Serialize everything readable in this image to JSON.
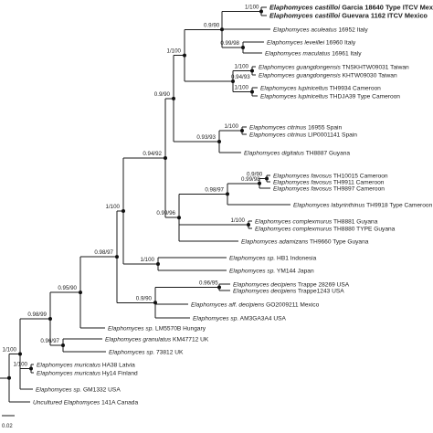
{
  "tips": [
    {
      "id": "t1",
      "genus": "Elaphomyces",
      "epithet": "castilloi",
      "label": "Garcia 18640 Type ITCV Mexico",
      "bold": true
    },
    {
      "id": "t2",
      "genus": "Elaphomyces",
      "epithet": "castilloi",
      "label": "Guevara 1162 ITCV Mexico",
      "bold": true
    },
    {
      "id": "t3",
      "genus": "Elaphomyces",
      "epithet": "aculeatus",
      "label": "16952 Italy"
    },
    {
      "id": "t4",
      "genus": "Elaphomyces",
      "epithet": "leveillei",
      "label": "16960 Italy"
    },
    {
      "id": "t5",
      "genus": "Elaphomyces",
      "epithet": "maculatus",
      "label": "16961 Italy"
    },
    {
      "id": "t6",
      "genus": "Elaphomyces",
      "epithet": "guangdongensis",
      "label": "TNSKHTW09031 Taiwan"
    },
    {
      "id": "t7",
      "genus": "Elaphomyces",
      "epithet": "guangdongensis",
      "label": "KHTW09030 Taiwan"
    },
    {
      "id": "t8",
      "genus": "Elaphomyces",
      "epithet": "lupiniceltus",
      "label": "TH9934 Cameroon"
    },
    {
      "id": "t9",
      "genus": "Elaphomyces",
      "epithet": "lupiniceltus",
      "label": "THDJA39 Type Cameroon"
    },
    {
      "id": "t10",
      "genus": "Elaphomyces",
      "epithet": "citrinus",
      "label": "16955 Spain"
    },
    {
      "id": "t11",
      "genus": "Elaphomyces",
      "epithet": "citrinus",
      "label": "LIP0001141 Spain"
    },
    {
      "id": "t12",
      "genus": "Elaphomyces",
      "epithet": "digitatus",
      "label": "TH8887 Guyana"
    },
    {
      "id": "t13",
      "genus": "Elaphomyces",
      "epithet": "favosus",
      "label": "TH10015 Cameroon"
    },
    {
      "id": "t14",
      "genus": "Elaphomyces",
      "epithet": "favosus",
      "label": "TH9911 Cameroon"
    },
    {
      "id": "t15",
      "genus": "Elaphomyces",
      "epithet": "favosus",
      "label": "TH9897 Cameroon"
    },
    {
      "id": "t16",
      "genus": "Elaphomyces",
      "epithet": "labyrinthinus",
      "label": "TH9918 Type Cameroon"
    },
    {
      "id": "t17",
      "genus": "Elaphomyces",
      "epithet": "complexmurus",
      "label": "TH8881 Guyana"
    },
    {
      "id": "t18",
      "genus": "Elaphomyces",
      "epithet": "complexmurus",
      "label": "TH8880 TYPE Guyana"
    },
    {
      "id": "t19",
      "genus": "Elaphomyces",
      "epithet": "adamizans",
      "label": "TH9660 Type Guyana"
    },
    {
      "id": "t20",
      "genus": "Elaphomyces",
      "epithet": "sp.",
      "label": "HB1 Indonesia"
    },
    {
      "id": "t21",
      "genus": "Elaphomyces",
      "epithet": "sp.",
      "label": "YM144 Japan"
    },
    {
      "id": "t22",
      "genus": "Elaphomyces",
      "epithet": "decipiens",
      "label": "Trappe 28269 USA"
    },
    {
      "id": "t23",
      "genus": "Elaphomyces",
      "epithet": "decipiens",
      "label": "Trappe1243 USA"
    },
    {
      "id": "t24",
      "genus": "Elaphomyces",
      "epithet": "aff. decipiens",
      "label": "GO2009211 Mexico"
    },
    {
      "id": "t25",
      "genus": "Elaphomyces",
      "epithet": "sp.",
      "label": "AM3GA3A4 USA"
    },
    {
      "id": "t26",
      "genus": "Elaphomyces",
      "epithet": "sp.",
      "label": "LM5570B Hungary"
    },
    {
      "id": "t27",
      "genus": "Elaphomyces",
      "epithet": "granulatus",
      "label": "KM47712 UK"
    },
    {
      "id": "t28",
      "genus": "Elaphomyces",
      "epithet": "sp.",
      "label": "73812 UK"
    },
    {
      "id": "t29",
      "genus": "Elaphomyces",
      "epithet": "muricatus",
      "label": "HA38 Latvia"
    },
    {
      "id": "t30",
      "genus": "Elaphomyces",
      "epithet": "muricatus",
      "label": "Hy14 Finland"
    },
    {
      "id": "t31",
      "genus": "Elaphomyces",
      "epithet": "sp.",
      "label": "GM1332 USA"
    },
    {
      "id": "t32",
      "genus": "Uncultured",
      "epithet": "Elaphomyces",
      "label": "141A Canada"
    }
  ],
  "clades": [
    {
      "id": "c_castilloi",
      "support": "1/100",
      "members": [
        "t1",
        "t2"
      ]
    },
    {
      "id": "c_lev_mac",
      "support": "0.99/98",
      "members": [
        "t4",
        "t5"
      ]
    },
    {
      "id": "c_acu",
      "support": "0.9/90",
      "members": [
        "c_castilloi",
        "t3",
        "c_lev_mac"
      ]
    },
    {
      "id": "c_guang",
      "support": "1/100",
      "members": [
        "t6",
        "t7"
      ]
    },
    {
      "id": "c_lupin",
      "support": "1/100",
      "members": [
        "t8",
        "t9"
      ]
    },
    {
      "id": "c_guang_lupin",
      "support": "0.94/93",
      "members": [
        "c_guang",
        "c_lupin"
      ]
    },
    {
      "id": "c_upper",
      "support": "1/100",
      "members": [
        "c_acu",
        "c_guang_lupin"
      ]
    },
    {
      "id": "c_citrinus",
      "support": "1/100",
      "members": [
        "t10",
        "t11"
      ]
    },
    {
      "id": "c_cit_dig",
      "support": "0.93/93",
      "members": [
        "c_citrinus",
        "t12"
      ]
    },
    {
      "id": "c_n1",
      "support": "0.9/90",
      "members": [
        "c_upper",
        "c_cit_dig"
      ]
    },
    {
      "id": "c_fav_inner",
      "support": "0.9/90",
      "members": [
        "t13",
        "t14"
      ]
    },
    {
      "id": "c_favosus",
      "support": "0.99/98",
      "members": [
        "c_fav_inner",
        "t15"
      ]
    },
    {
      "id": "c_fav_lab",
      "support": "0.98/97",
      "members": [
        "c_favosus",
        "t16"
      ]
    },
    {
      "id": "c_complex",
      "support": "1/100",
      "members": [
        "t17",
        "t18"
      ]
    },
    {
      "id": "c_fav_comp",
      "support": "0.99/96",
      "members": [
        "c_fav_lab",
        "c_complex",
        "t19"
      ]
    },
    {
      "id": "c_n2",
      "support": "0.94/92",
      "members": [
        "c_n1",
        "c_fav_comp"
      ]
    },
    {
      "id": "c_hb_ym",
      "support": "1/100",
      "members": [
        "t20",
        "t21"
      ]
    },
    {
      "id": "c_n3",
      "support": "1/100",
      "members": [
        "c_n2",
        "c_hb_ym"
      ]
    },
    {
      "id": "c_decip",
      "support": "0.96/95",
      "members": [
        "t22",
        "t23"
      ]
    },
    {
      "id": "c_decip2",
      "support": "0.9/90",
      "members": [
        "c_decip",
        "t24",
        "t25"
      ]
    },
    {
      "id": "c_n4",
      "support": "0.98/97",
      "members": [
        "c_n3",
        "c_decip2"
      ]
    },
    {
      "id": "c_n5",
      "support": "0.95/90",
      "members": [
        "c_n4",
        "t26"
      ]
    },
    {
      "id": "c_gran",
      "support": "0.96/97",
      "members": [
        "t27",
        "t28"
      ]
    },
    {
      "id": "c_n6",
      "support": "0.98/99",
      "members": [
        "c_n5",
        "c_gran"
      ]
    },
    {
      "id": "c_muricatus",
      "support": "1/100",
      "members": [
        "t29",
        "t30"
      ]
    },
    {
      "id": "c_n7",
      "support": "1/100",
      "members": [
        "c_n6",
        "c_muricatus",
        "t31"
      ]
    },
    {
      "id": "c_root",
      "support": "",
      "members": [
        "c_n7",
        "t32"
      ]
    }
  ],
  "scale_bar": {
    "label": "0.02"
  },
  "colors": {
    "line": "#1a1a1a",
    "node": "#111111",
    "text": "#1a1a1a",
    "background": "#ffffff"
  }
}
